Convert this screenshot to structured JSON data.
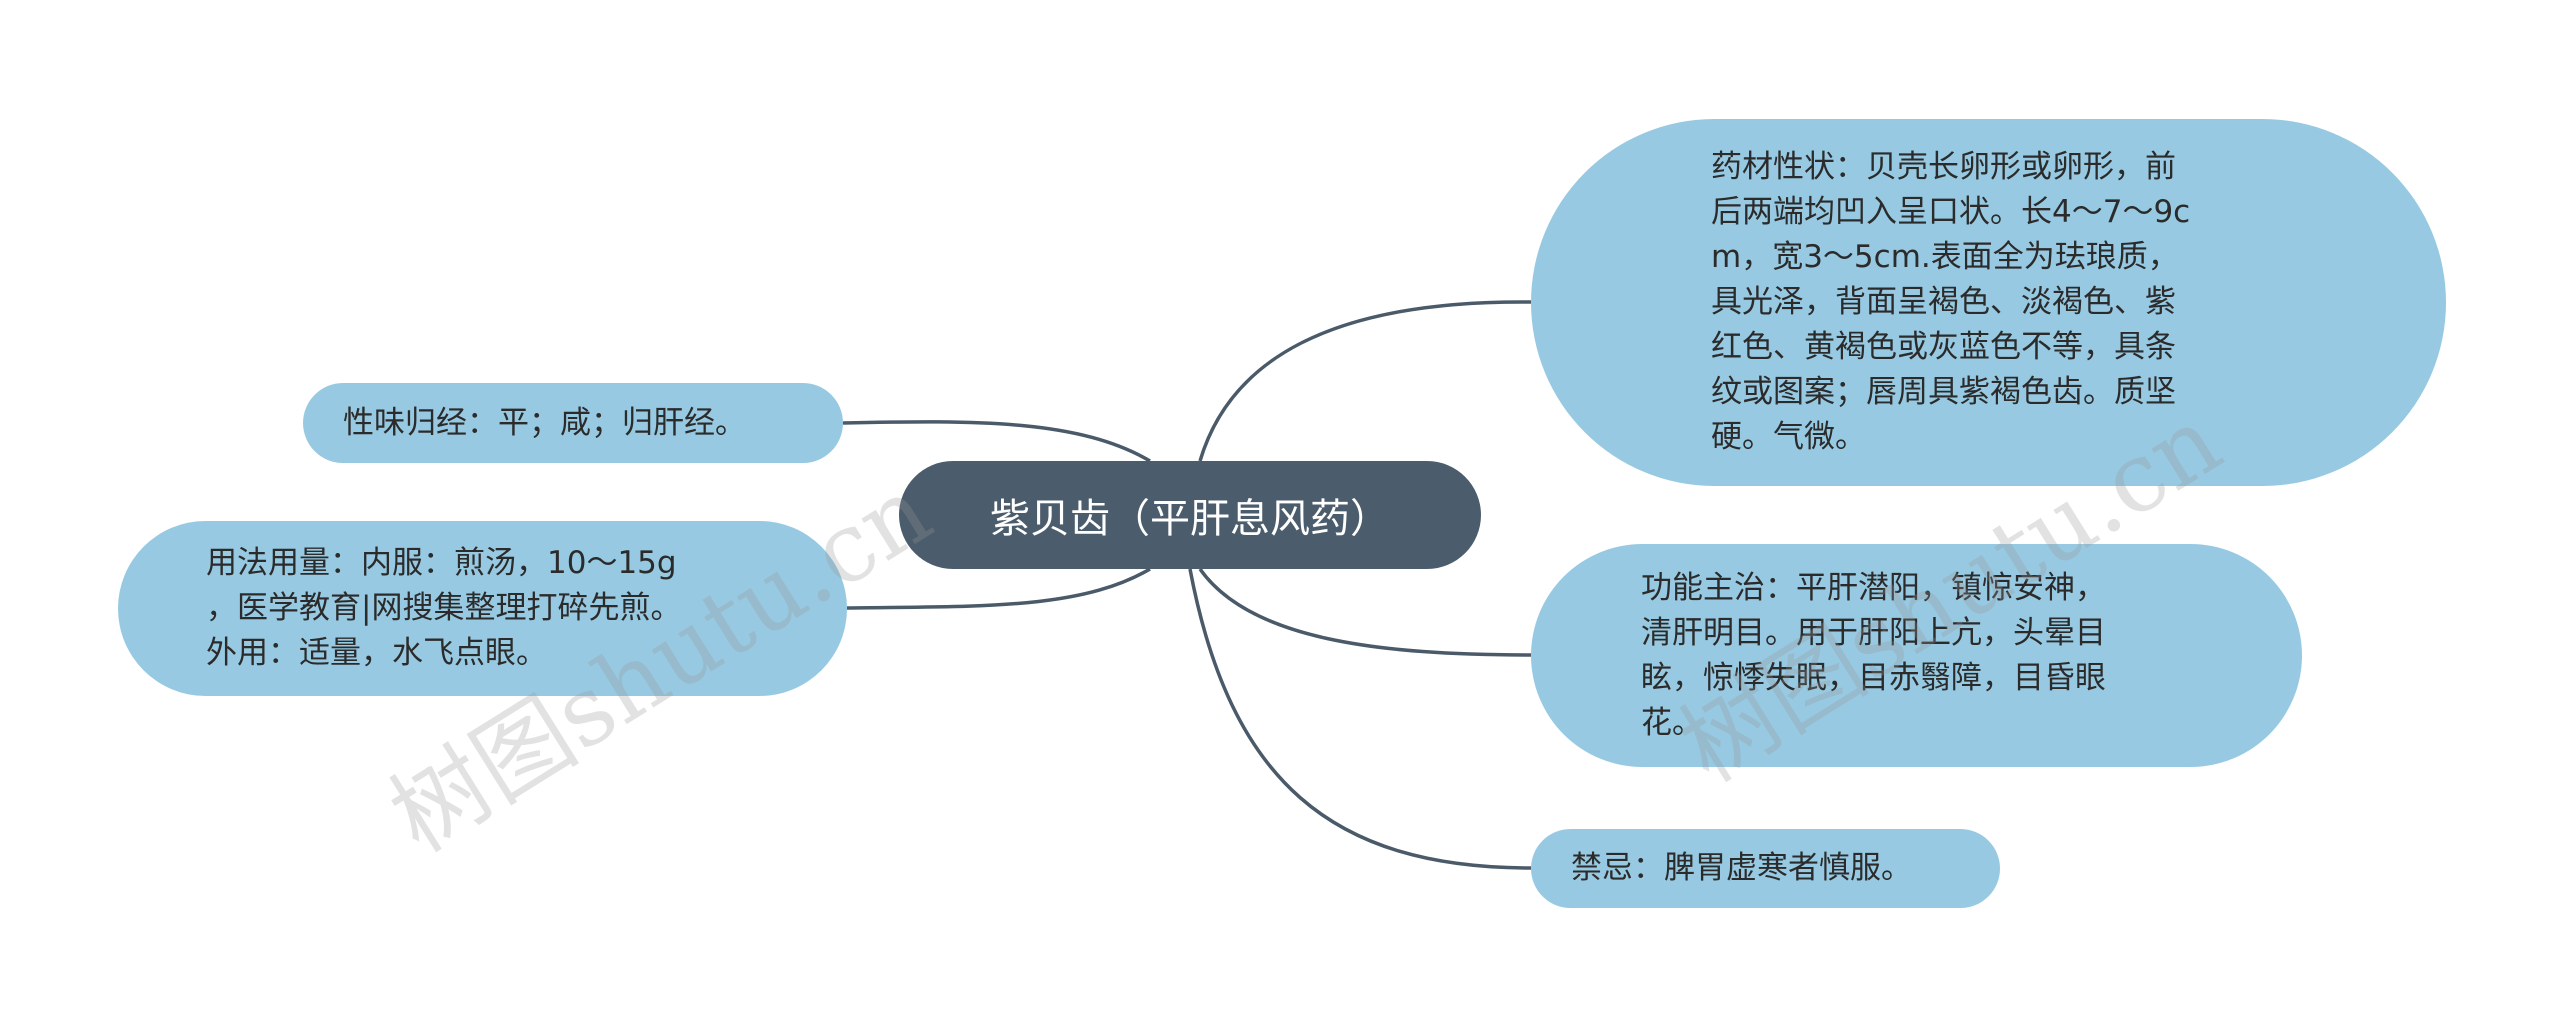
{
  "center": {
    "label": "紫贝齿（平肝息风药）"
  },
  "branches": {
    "xingwei": "性味归经：平；咸；归肝经。",
    "yongfa": "用法用量：内服：煎汤，10～15g\n，医学教育|网搜集整理打碎先煎。\n外用：适量，水飞点眼。",
    "yaocai": "药材性状：贝壳长卵形或卵形，前\n后两端均凹入呈口状。长4～7～9c\nm，宽3～5cm.表面全为珐琅质，\n具光泽，背面呈褐色、淡褐色、紫\n红色、黄褐色或灰蓝色不等，具条\n纹或图案；唇周具紫褐色齿。质坚\n硬。气微。",
    "gongneng": "功能主治：平肝潜阳，镇惊安神，\n清肝明目。用于肝阳上亢，头晕目\n眩，惊悸失眠，目赤翳障，目昏眼\n花。",
    "jinji": "禁忌：脾胃虚寒者慎服。"
  },
  "watermarks": [
    "树图shutu.cn",
    "树图shutu.cn"
  ],
  "colors": {
    "center_fill": "#4b5d6c",
    "node_fill": "#97cae2",
    "line": "#4a5a69"
  }
}
